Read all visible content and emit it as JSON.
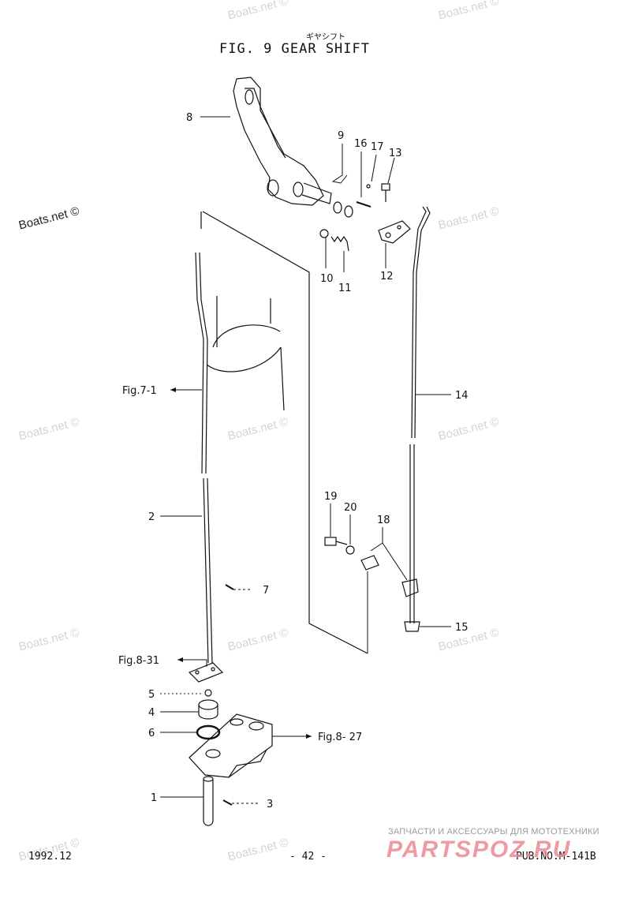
{
  "header": {
    "japanese": "ギヤシフト",
    "title": "FIG. 9   GEAR SHIFT"
  },
  "watermark_text": "Boats.net ©",
  "labels": {
    "p1": "1",
    "p2": "2",
    "p3": "3",
    "p4": "4",
    "p5": "5",
    "p6": "6",
    "p7": "7",
    "p8": "8",
    "p9": "9",
    "p10": "10",
    "p11": "11",
    "p12": "12",
    "p13": "13",
    "p14": "14",
    "p15": "15",
    "p16": "16",
    "p17": "17",
    "p18": "18",
    "p19": "19",
    "p20": "20"
  },
  "references": {
    "fig7_1": "Fig.7-1",
    "fig8_31": "Fig.8-31",
    "fig8_27": "Fig.8- 27"
  },
  "footer": {
    "date": "1992.12",
    "page": "- 42 -",
    "pub": "PUB.NO.M-141B"
  },
  "branding": {
    "tagline": "ЗАПЧАСТИ И АКСЕССУАРЫ ДЛЯ МОТОТЕХНИКИ",
    "logo": "PARTSPOZ.RU"
  }
}
